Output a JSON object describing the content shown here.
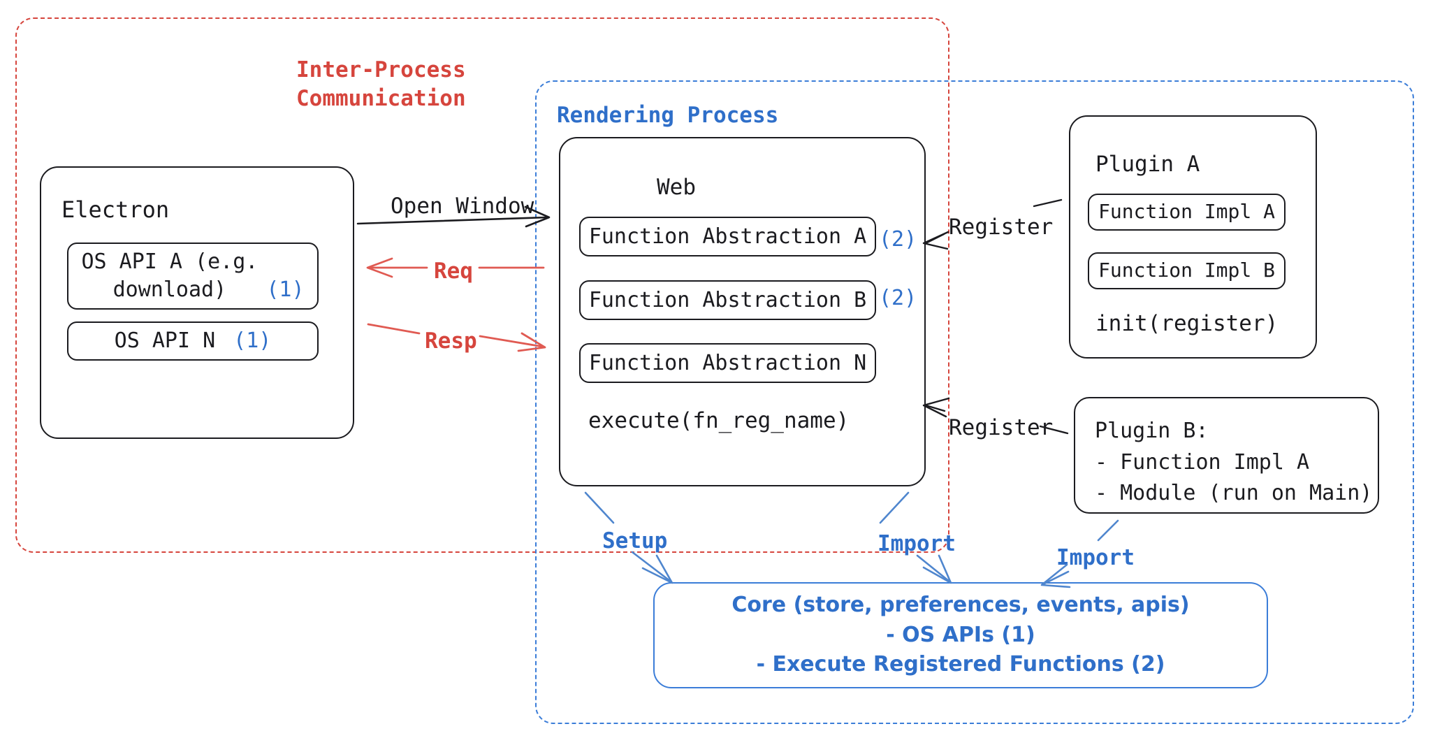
{
  "diagram": {
    "title": "Electron plugin architecture",
    "colors": {
      "ipc_red": "#d6453d",
      "process_blue": "#3b7dd8",
      "text_black": "#1b1b1f",
      "annotation_blue": "#2f6fc9"
    },
    "regions": {
      "ipc": {
        "label": "Inter-Process\nCommunication",
        "line1": "Inter-Process",
        "line2": "Communication",
        "border_style": "dashed",
        "color": "#d6453d"
      },
      "rendering_process": {
        "label": "Rendering Process",
        "border_style": "dashed",
        "color": "#3b7dd8"
      }
    },
    "electron": {
      "title": "Electron",
      "apis": [
        {
          "name": "OS API A (e.g.\ndownload)",
          "line1": "OS API A (e.g.",
          "line2": "download)",
          "marker": "(1)"
        },
        {
          "name": "OS API N",
          "line1": "OS API N",
          "line2": "",
          "marker": "(1)"
        }
      ]
    },
    "web": {
      "title": "Web",
      "abstractions": [
        {
          "label": "Function Abstraction A",
          "marker": "(2)"
        },
        {
          "label": "Function Abstraction B",
          "marker": "(2)"
        },
        {
          "label": "Function Abstraction N",
          "marker": ""
        }
      ],
      "footer": "execute(fn_reg_name)"
    },
    "plugin_a": {
      "title": "Plugin A",
      "items": [
        {
          "label": "Function Impl A"
        },
        {
          "label": "Function Impl B"
        }
      ],
      "footer": "init(register)"
    },
    "plugin_b": {
      "title": "Plugin B:",
      "lines": [
        "- Function Impl A",
        "- Module (run on Main)"
      ]
    },
    "core": {
      "line1": "Core (store, preferences, events, apis)",
      "line2": "- OS APIs (1)",
      "line3": "- Execute Registered Functions (2)"
    },
    "arrows": [
      {
        "id": "open-window",
        "label": "Open Window",
        "color": "#1b1b1f",
        "from": "electron",
        "to": "rendering-process"
      },
      {
        "id": "req",
        "label": "Req",
        "color": "#d6453d",
        "from": "rendering-process",
        "to": "electron"
      },
      {
        "id": "resp",
        "label": "Resp",
        "color": "#d6453d",
        "from": "electron",
        "to": "rendering-process"
      },
      {
        "id": "register-a",
        "label": "Register",
        "color": "#1b1b1f",
        "from": "plugin-a",
        "to": "web"
      },
      {
        "id": "register-b",
        "label": "Register",
        "color": "#1b1b1f",
        "from": "plugin-b",
        "to": "web"
      },
      {
        "id": "setup",
        "label": "Setup",
        "color": "#3b7dd8",
        "from": "web",
        "to": "core"
      },
      {
        "id": "import-web",
        "label": "Import",
        "color": "#3b7dd8",
        "from": "web",
        "to": "core"
      },
      {
        "id": "import-plugin-b",
        "label": "Import",
        "color": "#3b7dd8",
        "from": "plugin-b",
        "to": "core"
      }
    ]
  }
}
